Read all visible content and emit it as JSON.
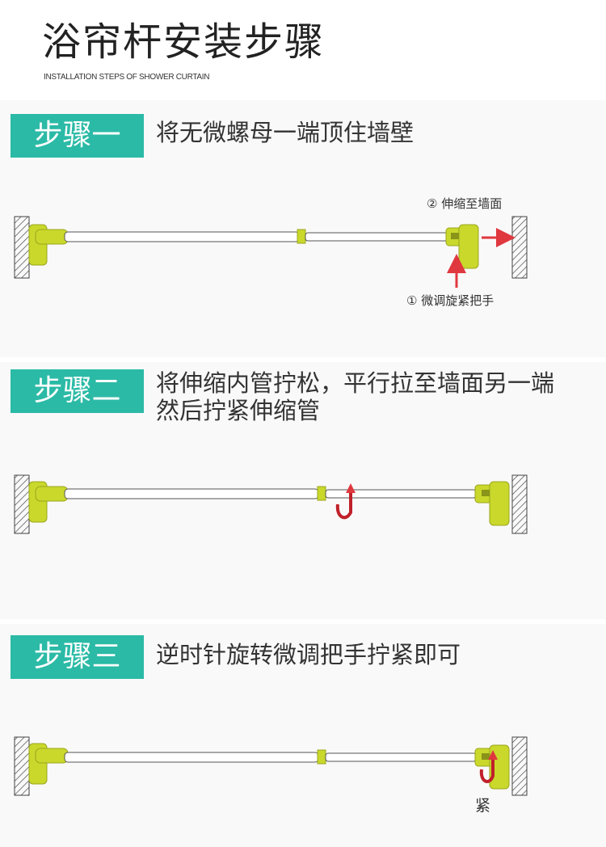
{
  "header": {
    "title": "浴帘杆安装步骤",
    "subtitle": "INSTALLATION STEPS OF SHOWER CURTAIN"
  },
  "steps": [
    {
      "badge": "步骤一",
      "lines": [
        "将无微螺母一端顶住墙壁"
      ],
      "annotations": {
        "extend": "② 伸缩至墙面",
        "fine_tune": "① 微调旋紧把手"
      }
    },
    {
      "badge": "步骤二",
      "lines": [
        "将伸缩内管拧松，平行拉至墙面另一端",
        "然后拧紧伸缩管"
      ]
    },
    {
      "badge": "步骤三",
      "lines": [
        "逆时针旋转微调把手拧紧即可"
      ],
      "annotations": {
        "tighten": "紧"
      }
    }
  ],
  "colors": {
    "accent": "#2bbaa6",
    "bracket": "#c9d82b",
    "arrow": "#e0383f",
    "wall_hatch": "#444444"
  }
}
